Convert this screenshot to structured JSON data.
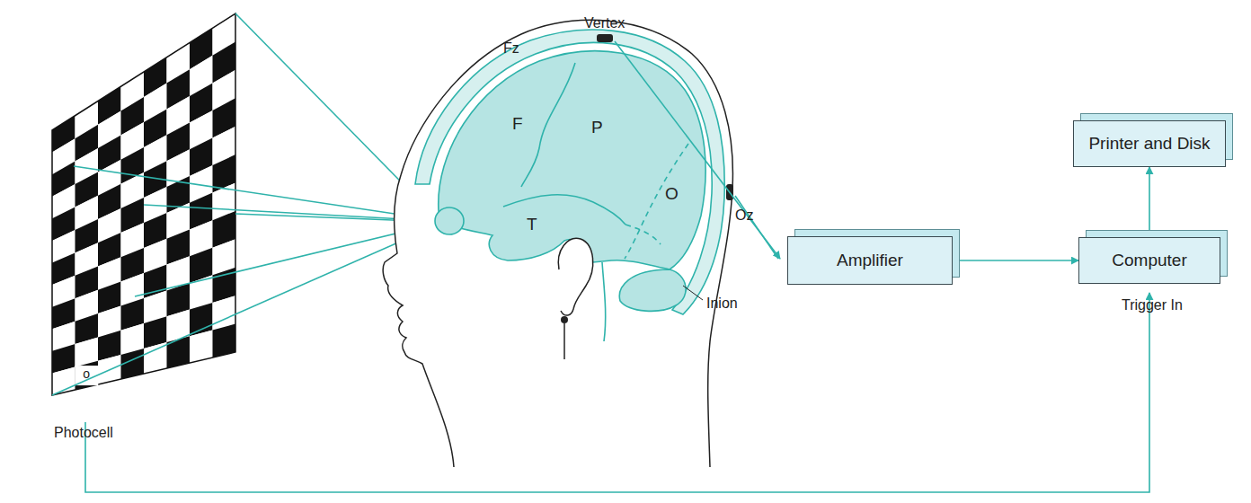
{
  "diagram": {
    "nodes": [
      {
        "text": [
          "Amplifier"
        ]
      },
      {
        "text": [
          "Computer"
        ]
      },
      {
        "text": [
          "Printer and Disk"
        ]
      }
    ],
    "edges": [
      {
        "from": 0,
        "to": 1,
        "arrow": "to"
      },
      {
        "from": 1,
        "to": 2,
        "arrow": "to"
      }
    ],
    "labels": [
      "Vertex",
      "Fz",
      "F",
      "P",
      "T",
      "O",
      "Oz",
      "Inion",
      "o",
      "Photocell",
      "Trigger In"
    ]
  }
}
